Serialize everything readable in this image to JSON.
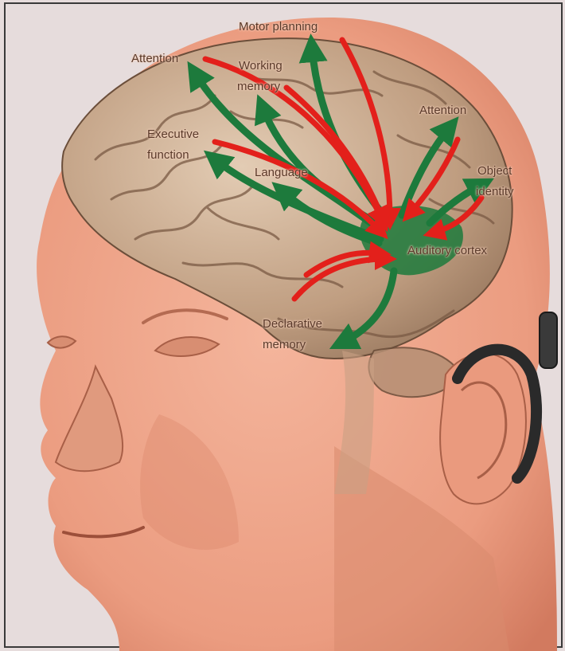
{
  "labels": {
    "motor_planning": "Motor planning",
    "attention_left": "Attention",
    "working_memory_1": "Working",
    "working_memory_2": "memory",
    "attention_right": "Attention",
    "executive_1": "Executive",
    "executive_2": "function",
    "language": "Language",
    "object_identity_1": "Object",
    "object_identity_2": "identity",
    "auditory_cortex": "Auditory cortex",
    "declarative_1": "Declarative",
    "declarative_2": "memory"
  },
  "colors": {
    "feedforward_arrow": "#1d7a3c",
    "feedback_arrow": "#e3201b",
    "skin": "#f0a78c",
    "brain": "#c9a98e",
    "background": "#e6dcdc"
  }
}
